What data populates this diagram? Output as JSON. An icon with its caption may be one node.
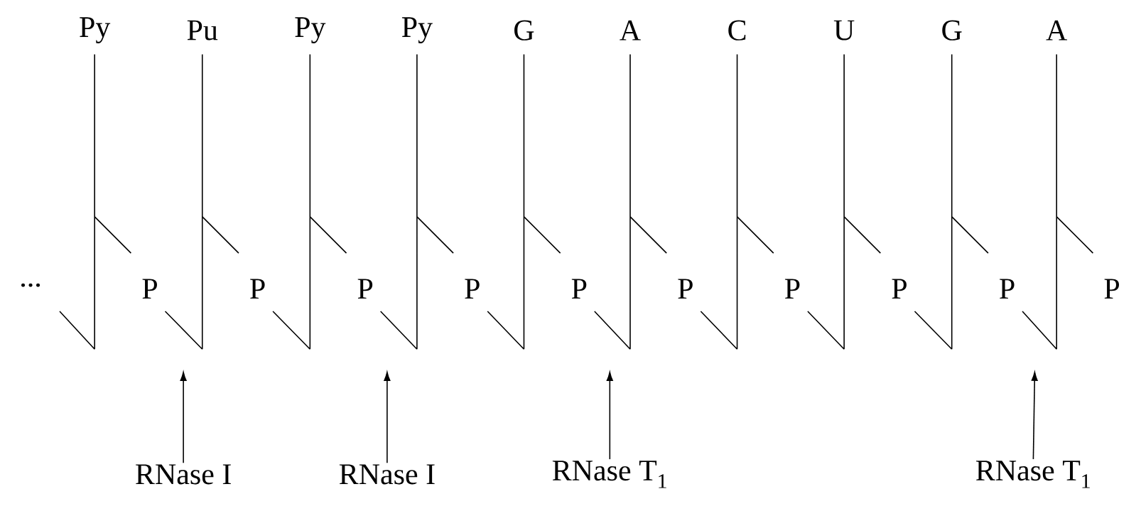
{
  "diagram": {
    "nodes": [
      {
        "text": [
          "RNase I"
        ]
      },
      {
        "text": [
          "RNase I"
        ]
      },
      {
        "text": [
          "RNase T$_{1}$"
        ]
      },
      {
        "text": [
          "RNase T$_{1}$"
        ]
      }
    ],
    "edges": [
      {
        "from": 0,
        "to": null,
        "arrow": "to"
      },
      {
        "from": 1,
        "to": null,
        "arrow": "to"
      },
      {
        "from": 2,
        "to": null,
        "arrow": "to"
      },
      {
        "from": 3,
        "to": null,
        "arrow": "to"
      }
    ],
    "labels": [
      "Py",
      "Pu",
      "Py",
      "Py",
      "G",
      "A",
      "C",
      "U",
      "G",
      "A",
      "...",
      "P",
      "P",
      "P",
      "P",
      "P",
      "P",
      "P",
      "P",
      "P",
      "P"
    ]
  }
}
